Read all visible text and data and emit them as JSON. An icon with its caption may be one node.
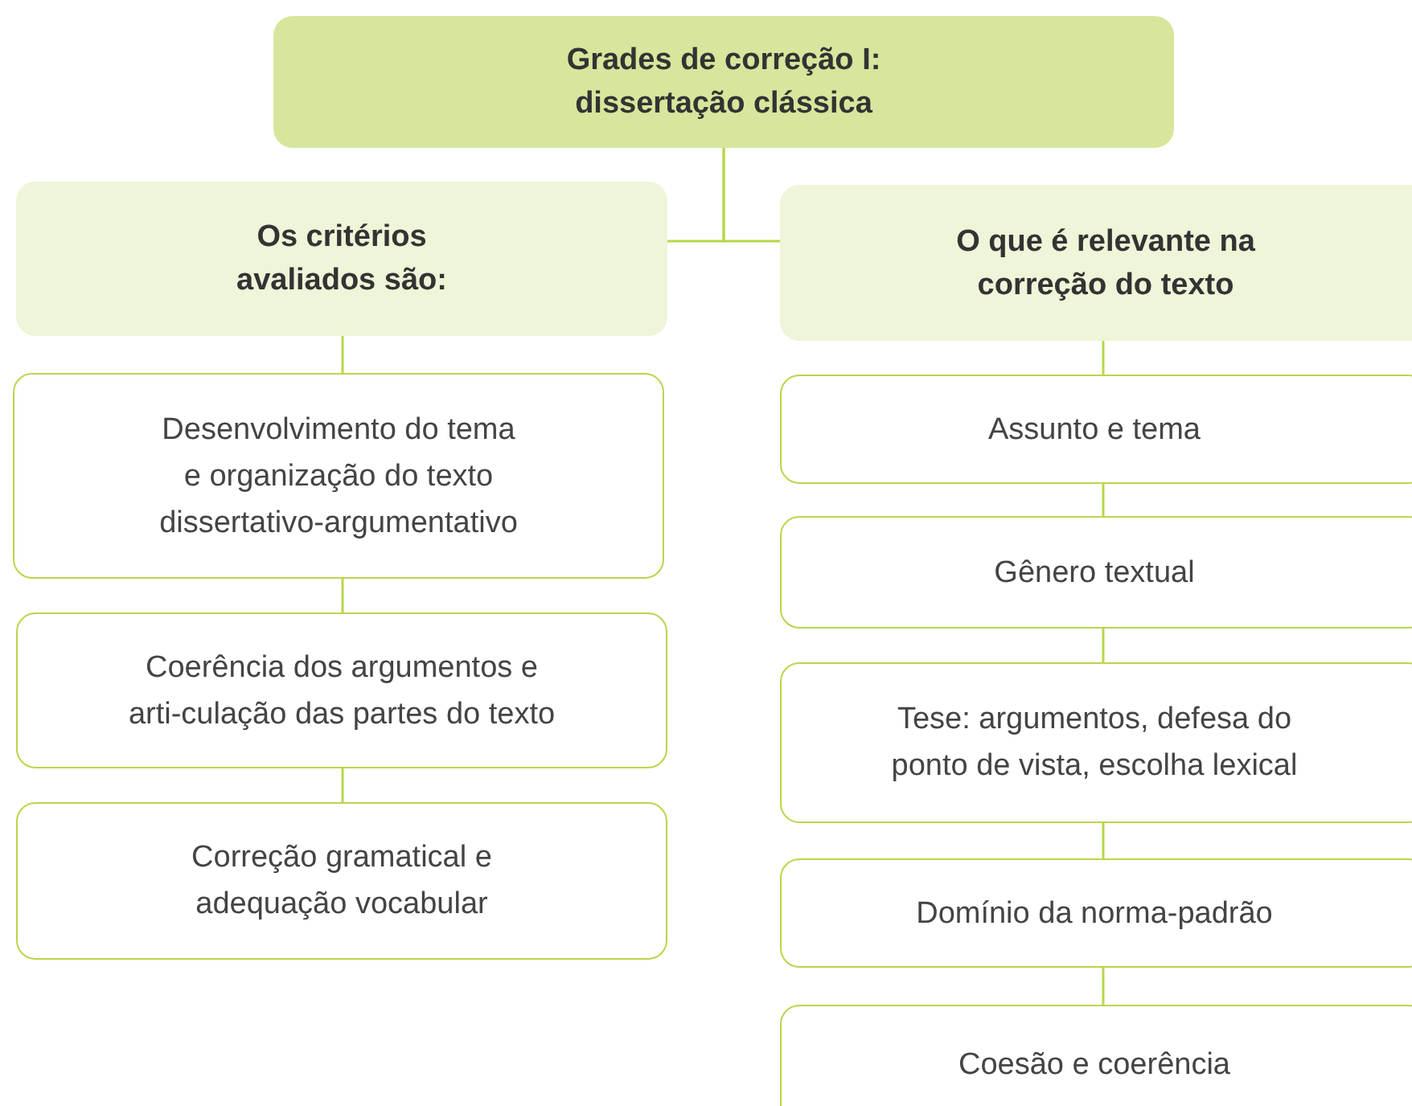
{
  "diagram": {
    "nodes": [
      {
        "text": [
          "Grades de correção I: dissertação clássica"
        ]
      },
      {
        "text": [
          "Os critérios avaliados são:"
        ]
      },
      {
        "text": [
          "O que é relevante na correção do texto"
        ]
      },
      {
        "text": [
          "Desenvolvimento do tema e organização do texto dissertativo-argumentativo"
        ]
      },
      {
        "text": [
          "Coerência dos argumentos e arti-culação das partes do texto"
        ]
      },
      {
        "text": [
          "Correção gramatical e adequação vocabular"
        ]
      },
      {
        "text": [
          "Assunto e tema"
        ]
      },
      {
        "text": [
          "Gênero textual"
        ]
      },
      {
        "text": [
          "Tese: argumentos, defesa do ponto de vista, escolha lexical"
        ]
      },
      {
        "text": [
          "Domínio da norma-padrão"
        ]
      },
      {
        "text": [
          "Coesão e coerência"
        ]
      }
    ],
    "edges": [
      {
        "from": 0,
        "to": 1,
        "arrow": "none"
      },
      {
        "from": 0,
        "to": 2,
        "arrow": "none"
      },
      {
        "from": 1,
        "to": 3,
        "arrow": "none"
      },
      {
        "from": 3,
        "to": 4,
        "arrow": "none"
      },
      {
        "from": 4,
        "to": 5,
        "arrow": "none"
      },
      {
        "from": 2,
        "to": 6,
        "arrow": "none"
      },
      {
        "from": 6,
        "to": 7,
        "arrow": "none"
      },
      {
        "from": 7,
        "to": 8,
        "arrow": "none"
      },
      {
        "from": 8,
        "to": 9,
        "arrow": "none"
      },
      {
        "from": 9,
        "to": 10,
        "arrow": "none"
      }
    ]
  }
}
